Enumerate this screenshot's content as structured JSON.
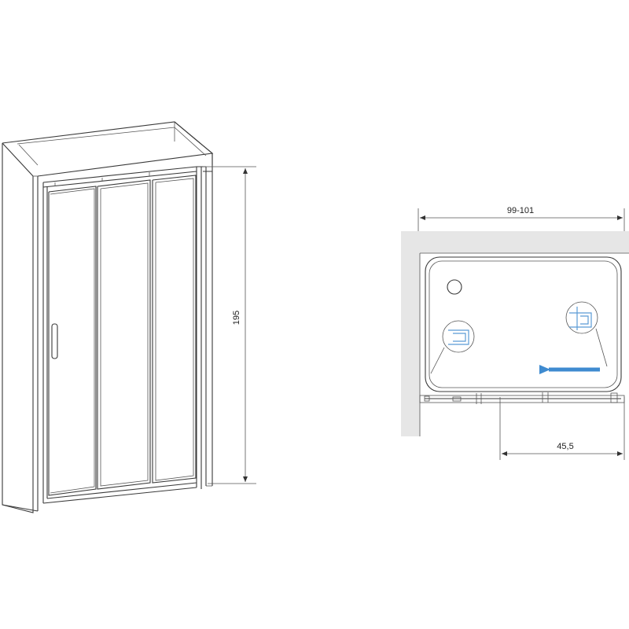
{
  "front_view": {
    "height_label": "195",
    "panel_count": 3
  },
  "plan_view": {
    "width_label": "99-101",
    "entry_label": "45,5",
    "arrow_color": "#3f8bd0",
    "detail_color": "#5b9bd5",
    "wall_color": "#e6e6e6",
    "arrow_icon": "arrow-left-icon"
  }
}
